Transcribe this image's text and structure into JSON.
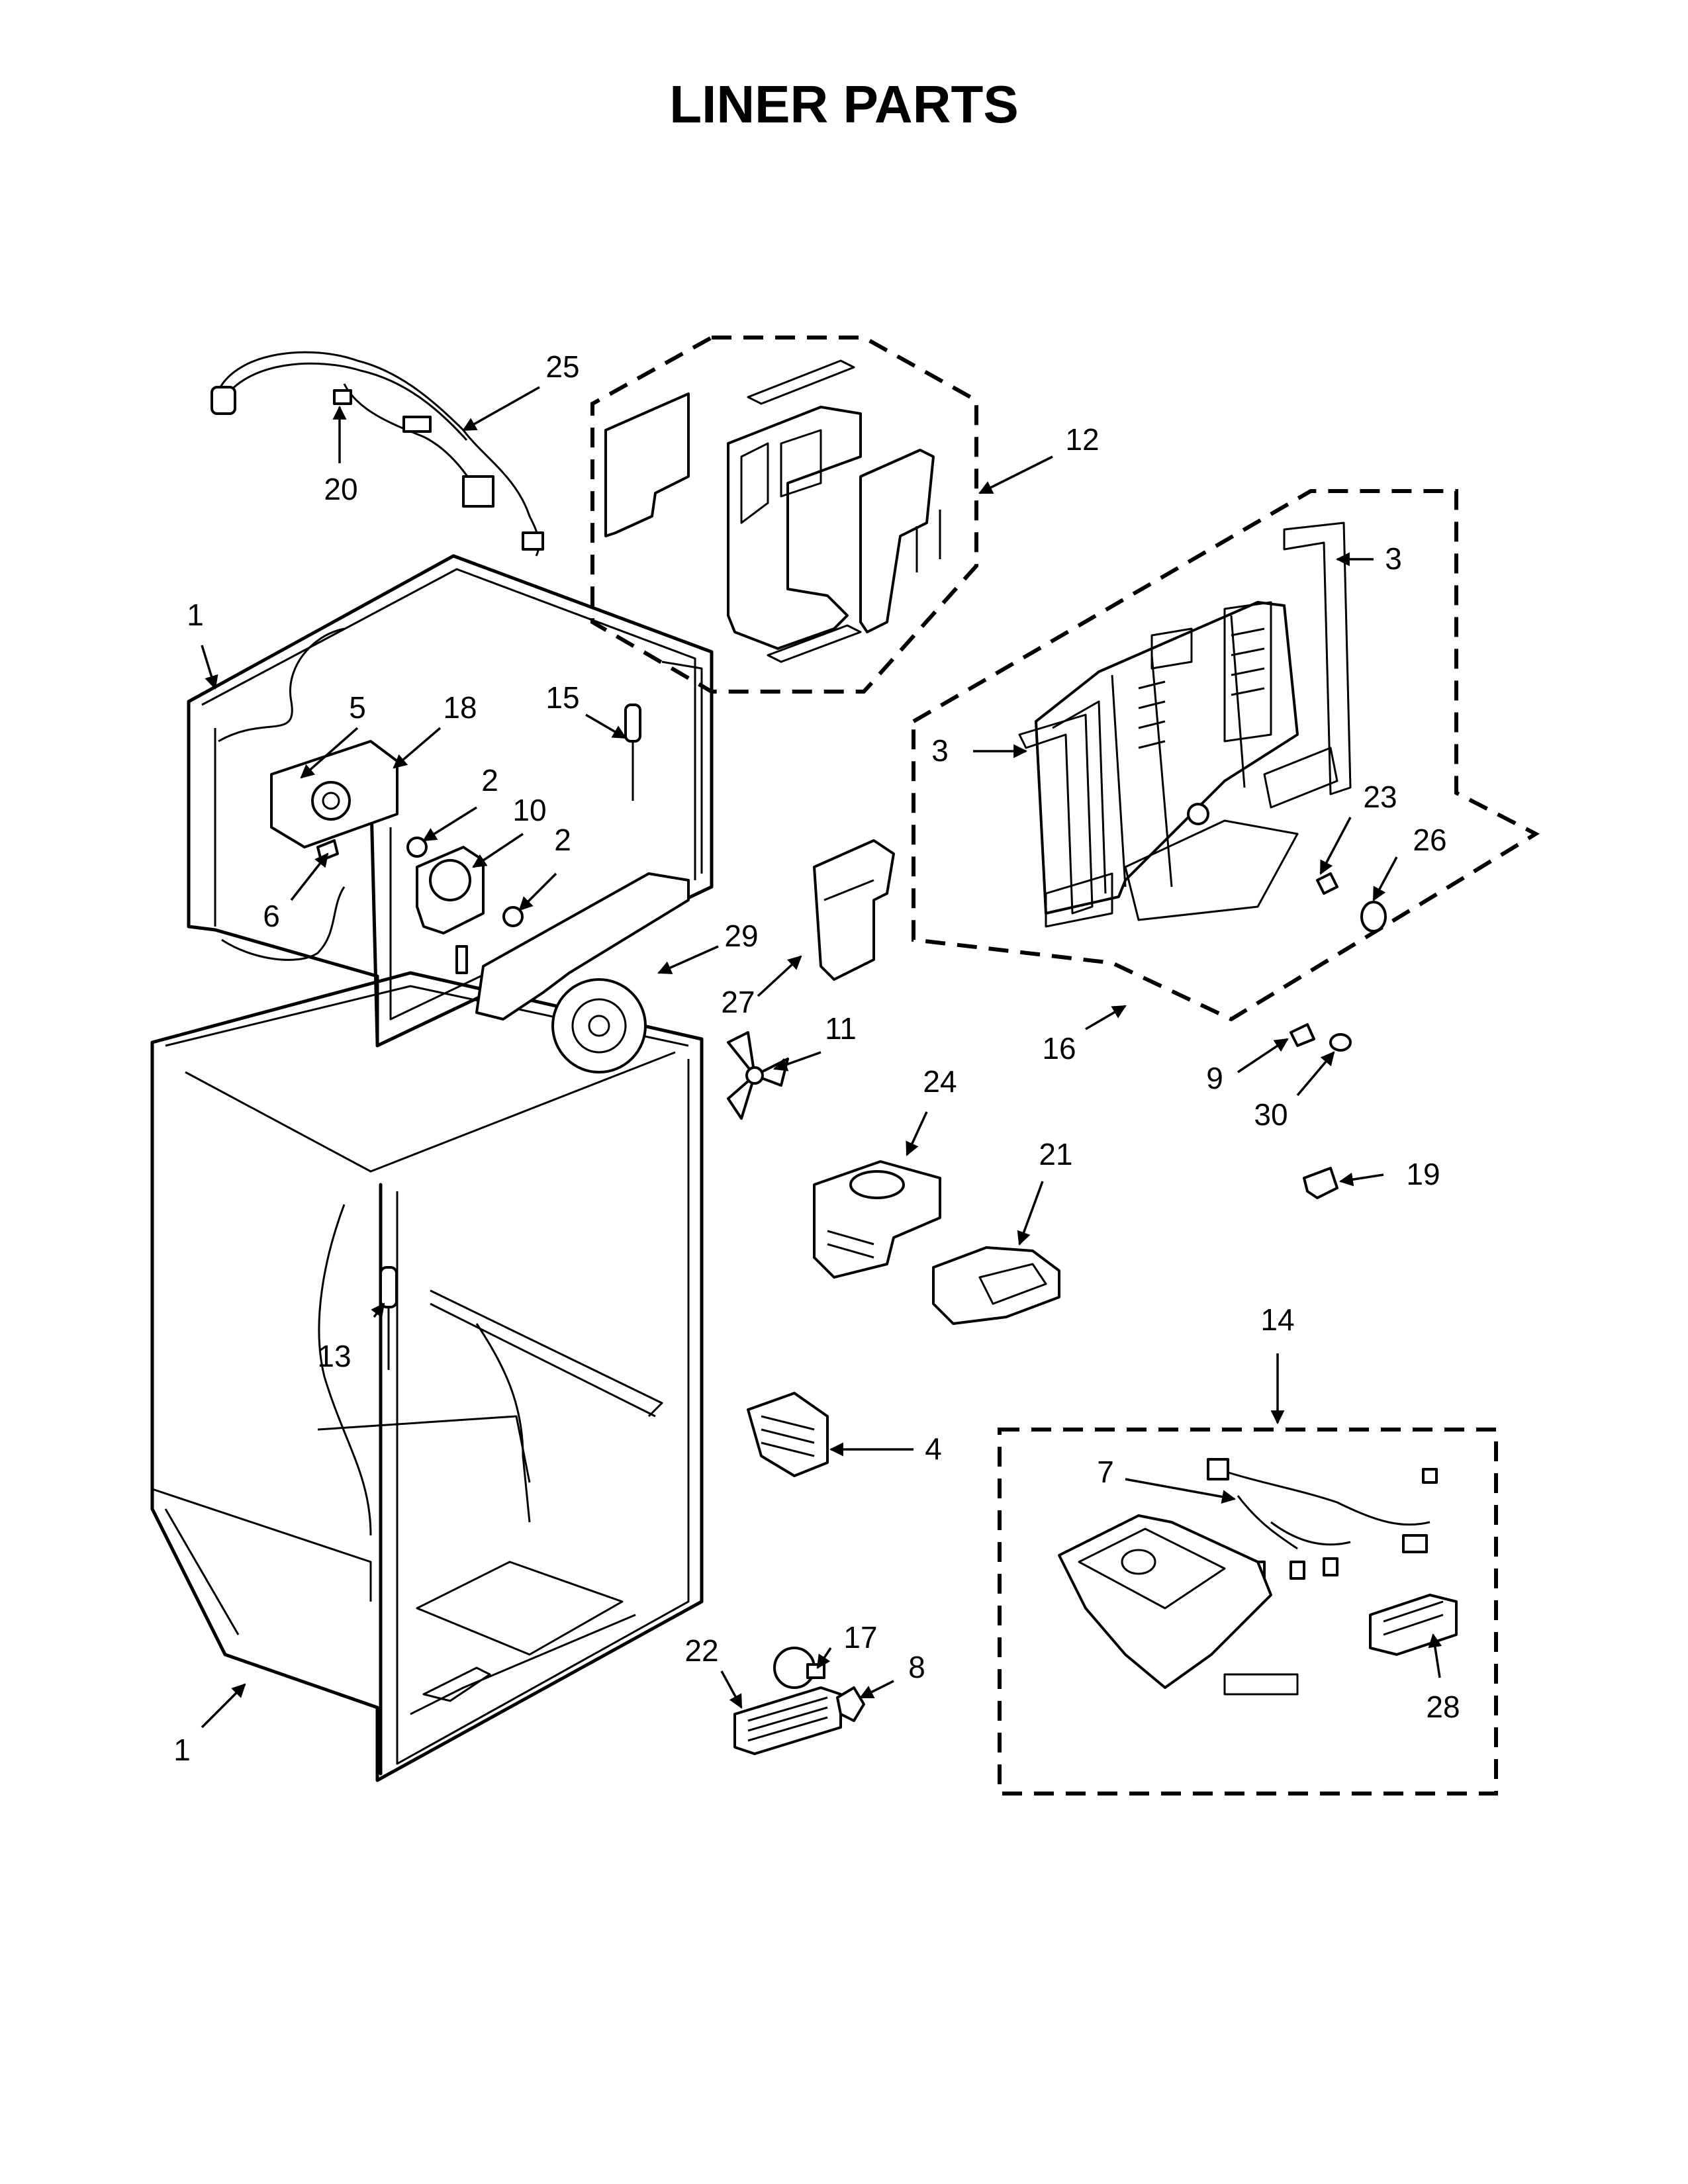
{
  "title": "LINER PARTS",
  "callouts": {
    "c1a": "1",
    "c1b": "1",
    "c2a": "2",
    "c2b": "2",
    "c3a": "3",
    "c3b": "3",
    "c4": "4",
    "c5": "5",
    "c6": "6",
    "c7": "7",
    "c8": "8",
    "c9": "9",
    "c10": "10",
    "c11": "11",
    "c12": "12",
    "c13": "13",
    "c14": "14",
    "c15": "15",
    "c16": "16",
    "c17": "17",
    "c18": "18",
    "c19": "19",
    "c20": "20",
    "c21": "21",
    "c22": "22",
    "c23": "23",
    "c24": "24",
    "c25": "25",
    "c26": "26",
    "c27": "27",
    "c28": "28",
    "c29": "29",
    "c30": "30"
  }
}
